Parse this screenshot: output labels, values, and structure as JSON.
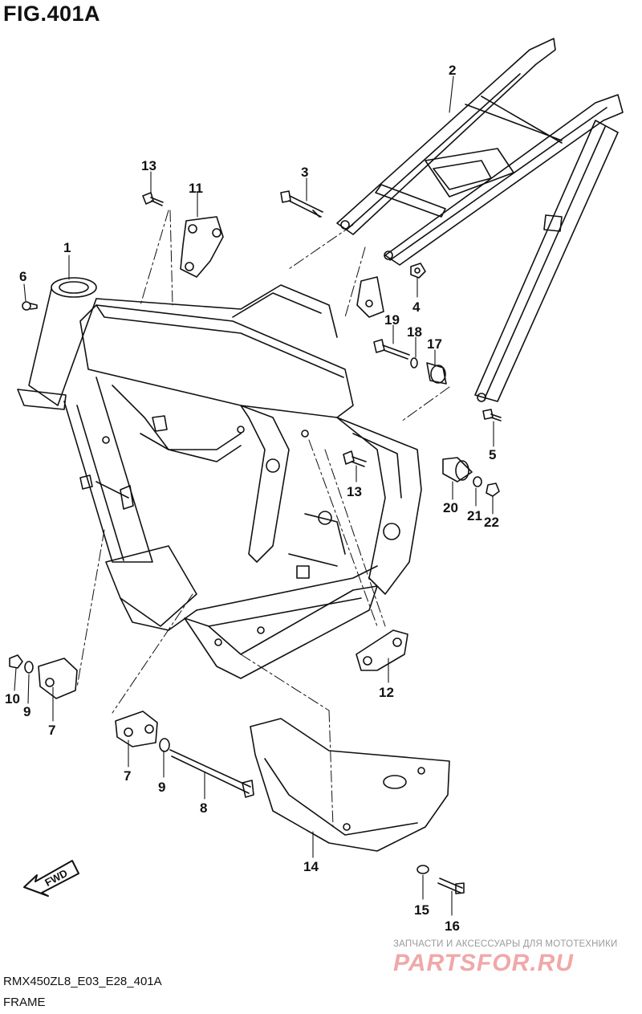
{
  "figure": {
    "title": "FIG.401A",
    "code": "RMX450ZL8_E03_E28_401A",
    "name": "FRAME"
  },
  "watermark": {
    "caption": "ЗАПЧАСТИ И АКСЕССУАРЫ ДЛЯ МОТОТЕХНИКИ",
    "logo": "PARTSFOR.RU"
  },
  "direction_badge": "FWD",
  "callouts": {
    "c1": "1",
    "c2": "2",
    "c3": "3",
    "c4": "4",
    "c5": "5",
    "c6": "6",
    "c7a": "7",
    "c7b": "7",
    "c8": "8",
    "c9a": "9",
    "c9b": "9",
    "c10": "10",
    "c11": "11",
    "c12": "12",
    "c13a": "13",
    "c13b": "13",
    "c14": "14",
    "c15": "15",
    "c16": "16",
    "c17": "17",
    "c18": "18",
    "c19": "19",
    "c20": "20",
    "c21": "21",
    "c22": "22"
  },
  "colors": {
    "line": "#111111",
    "watermark": "#f0a8a8",
    "background": "#ffffff"
  }
}
